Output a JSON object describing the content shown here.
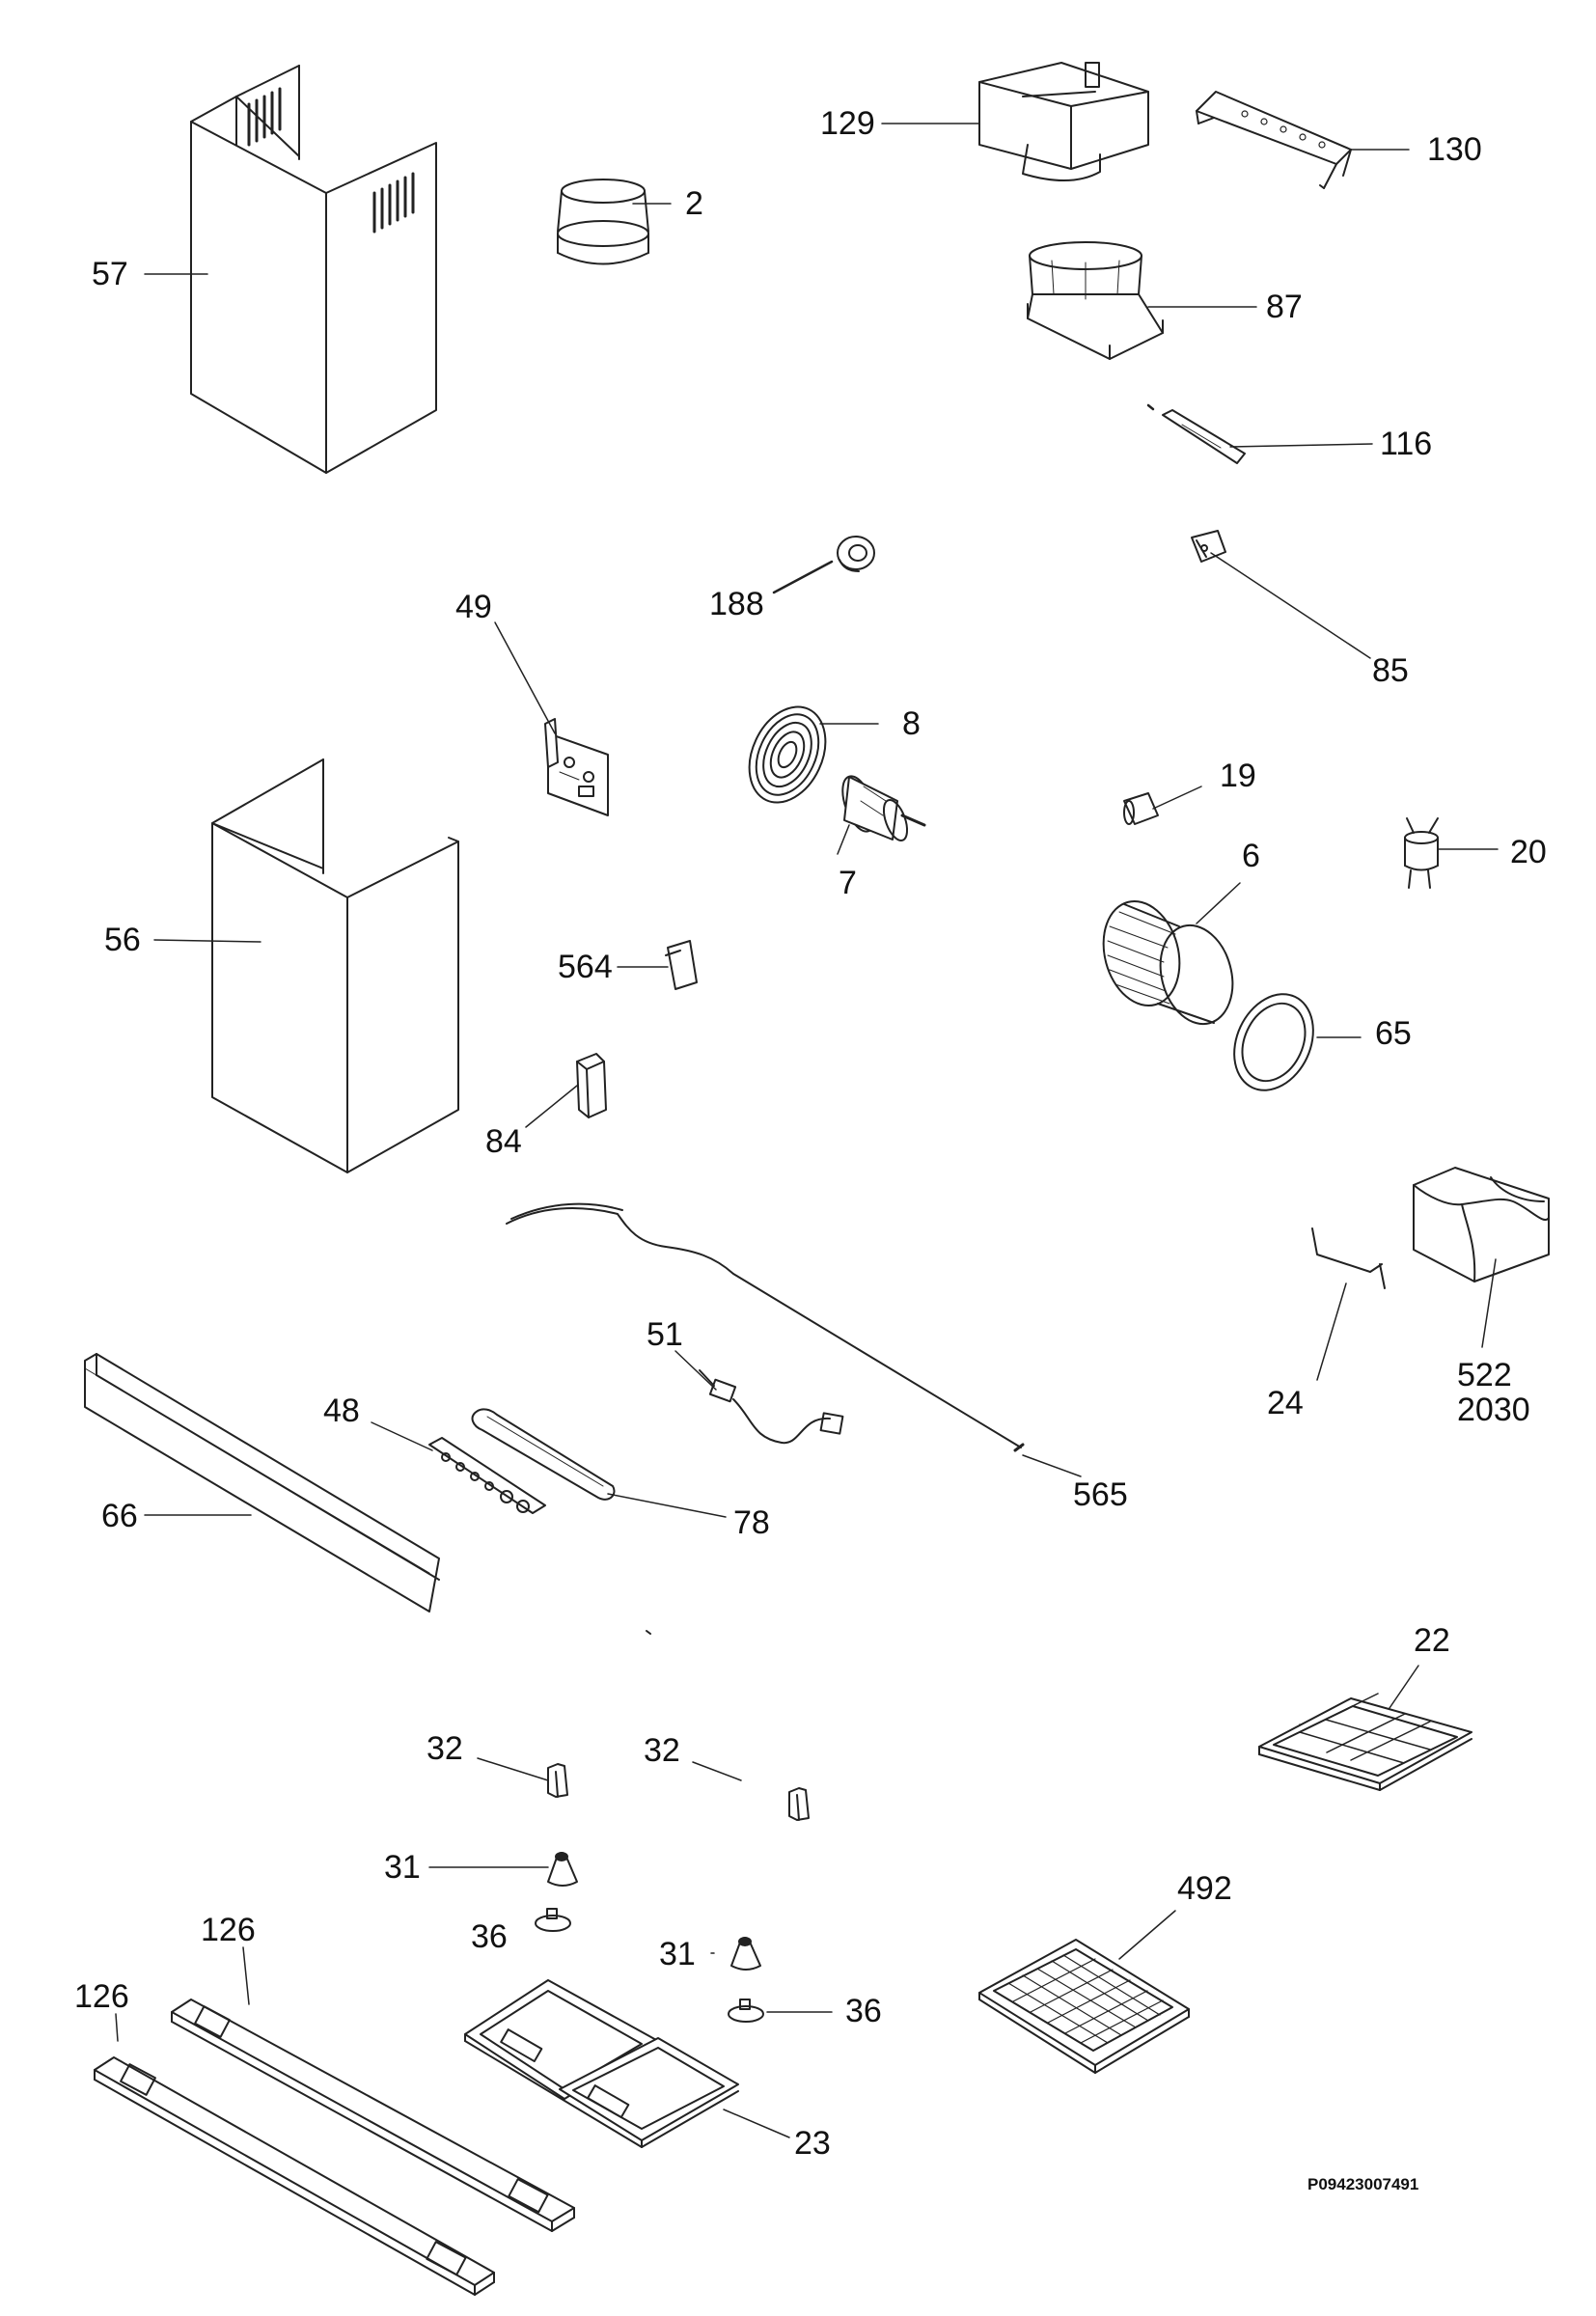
{
  "diagram_code": "P09423007491",
  "parts": {
    "p57": "57",
    "p2": "2",
    "p129": "129",
    "p130": "130",
    "p87": "87",
    "p116": "116",
    "p188": "188",
    "p85": "85",
    "p49": "49",
    "p8": "8",
    "p7": "7",
    "p19": "19",
    "p20": "20",
    "p6": "6",
    "p56": "56",
    "p564": "564",
    "p65": "65",
    "p84": "84",
    "p24": "24",
    "p522": "522",
    "p2030": "2030",
    "p51": "51",
    "p48": "48",
    "p66": "66",
    "p78": "78",
    "p565": "565",
    "p22": "22",
    "p32a": "32",
    "p32b": "32",
    "p31a": "31",
    "p36a": "36",
    "p31b": "31",
    "p36b": "36",
    "p492": "492",
    "p126a": "126",
    "p126b": "126",
    "p23": "23"
  }
}
